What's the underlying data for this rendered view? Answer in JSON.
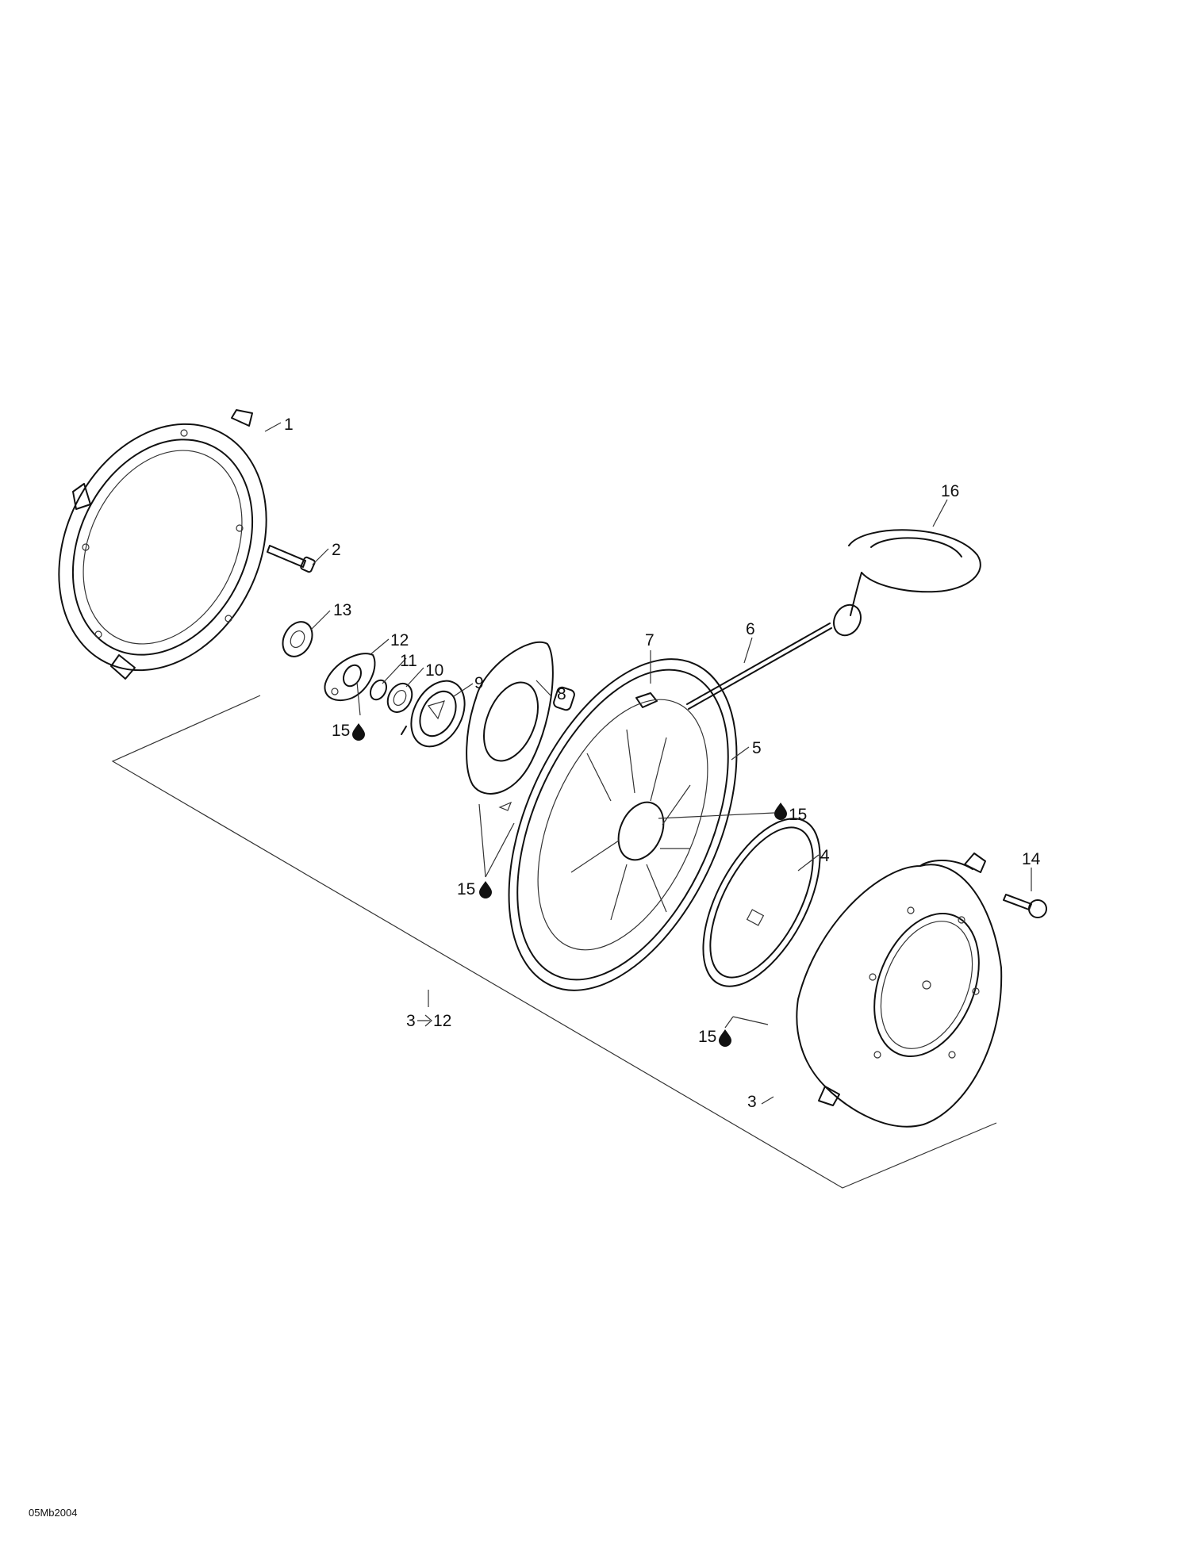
{
  "callouts": {
    "c1": "1",
    "c2": "2",
    "c3": "3",
    "c4": "4",
    "c5": "5",
    "c6": "6",
    "c7": "7",
    "c8": "8",
    "c9": "9",
    "c10": "10",
    "c11": "11",
    "c12": "12",
    "c13": "13",
    "c14": "14",
    "c16": "16"
  },
  "lube_callouts": {
    "l_a": "15",
    "l_b": "15",
    "l_c": "15",
    "l_d": "15"
  },
  "kit_callout": {
    "from": "3",
    "to": "12"
  },
  "icons": {
    "lube": "oil-drop-icon",
    "kit_range": "arrow-right-icon"
  },
  "reference_code": "05Mb2004"
}
